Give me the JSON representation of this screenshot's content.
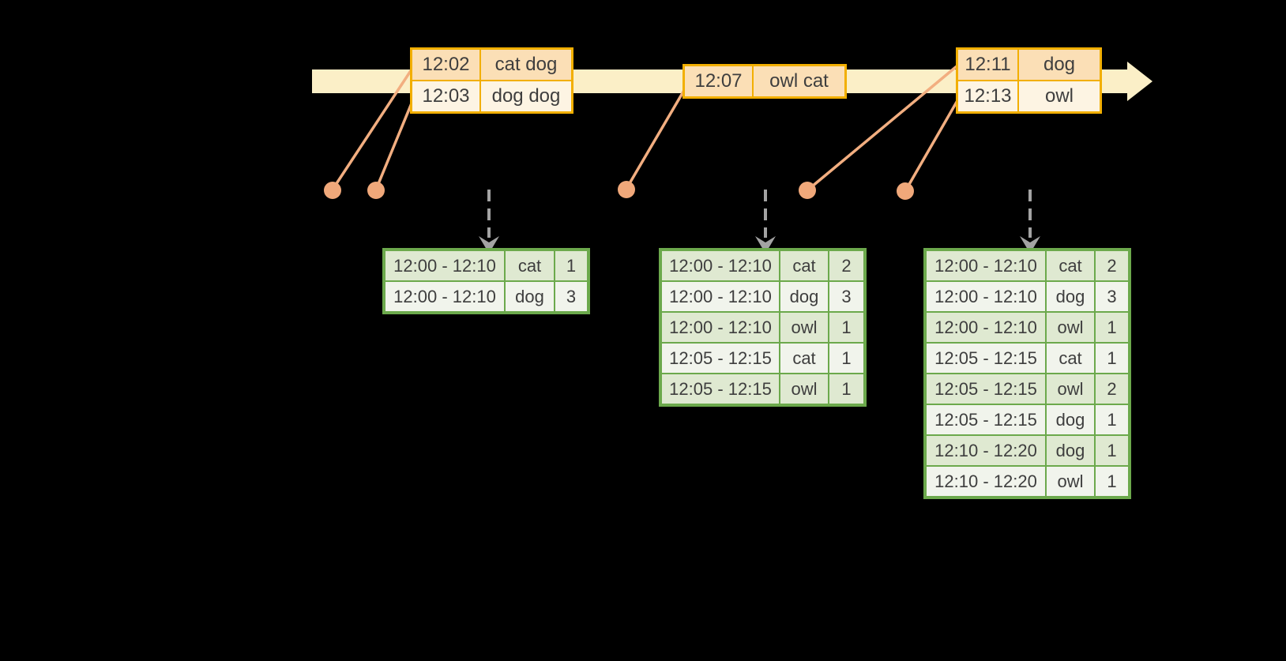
{
  "colors": {
    "bg": "#000000",
    "band": "#FBEFC7",
    "amber": "#F2AF00",
    "peach": "#FBDFB6",
    "cream": "#FDF4E3",
    "salmon": "#F0A87A",
    "salmon_line": "#F2AE80",
    "gray": "#A3A3A3",
    "green": "#6CA94C",
    "green_row_odd": "#DFE9D1",
    "green_row_even": "#F1F4EC",
    "text": "#3E3E3E"
  },
  "icons": {
    "timeline_arrowhead": "right-arrow-icon",
    "trigger_arrow": "down-arrow-icon",
    "event_marker": "event-dot-icon"
  },
  "timeline_events": {
    "tables": [
      {
        "rows": [
          {
            "time": "12:02",
            "words": "cat dog"
          },
          {
            "time": "12:03",
            "words": "dog dog"
          }
        ]
      },
      {
        "rows": [
          {
            "time": "12:07",
            "words": "owl cat"
          }
        ]
      },
      {
        "rows": [
          {
            "time": "12:11",
            "words": "dog"
          },
          {
            "time": "12:13",
            "words": "owl"
          }
        ]
      }
    ]
  },
  "result_tables": [
    {
      "rows": [
        {
          "window": "12:00 - 12:10",
          "word": "cat",
          "count": "1"
        },
        {
          "window": "12:00 - 12:10",
          "word": "dog",
          "count": "3"
        }
      ]
    },
    {
      "rows": [
        {
          "window": "12:00 - 12:10",
          "word": "cat",
          "count": "2"
        },
        {
          "window": "12:00 - 12:10",
          "word": "dog",
          "count": "3"
        },
        {
          "window": "12:00 - 12:10",
          "word": "owl",
          "count": "1"
        },
        {
          "window": "12:05 - 12:15",
          "word": "cat",
          "count": "1"
        },
        {
          "window": "12:05 - 12:15",
          "word": "owl",
          "count": "1"
        }
      ]
    },
    {
      "rows": [
        {
          "window": "12:00 - 12:10",
          "word": "cat",
          "count": "2"
        },
        {
          "window": "12:00 - 12:10",
          "word": "dog",
          "count": "3"
        },
        {
          "window": "12:00 - 12:10",
          "word": "owl",
          "count": "1"
        },
        {
          "window": "12:05 - 12:15",
          "word": "cat",
          "count": "1"
        },
        {
          "window": "12:05 - 12:15",
          "word": "owl",
          "count": "2"
        },
        {
          "window": "12:05 - 12:15",
          "word": "dog",
          "count": "1"
        },
        {
          "window": "12:10 - 12:20",
          "word": "dog",
          "count": "1"
        },
        {
          "window": "12:10 - 12:20",
          "word": "owl",
          "count": "1"
        }
      ]
    }
  ]
}
